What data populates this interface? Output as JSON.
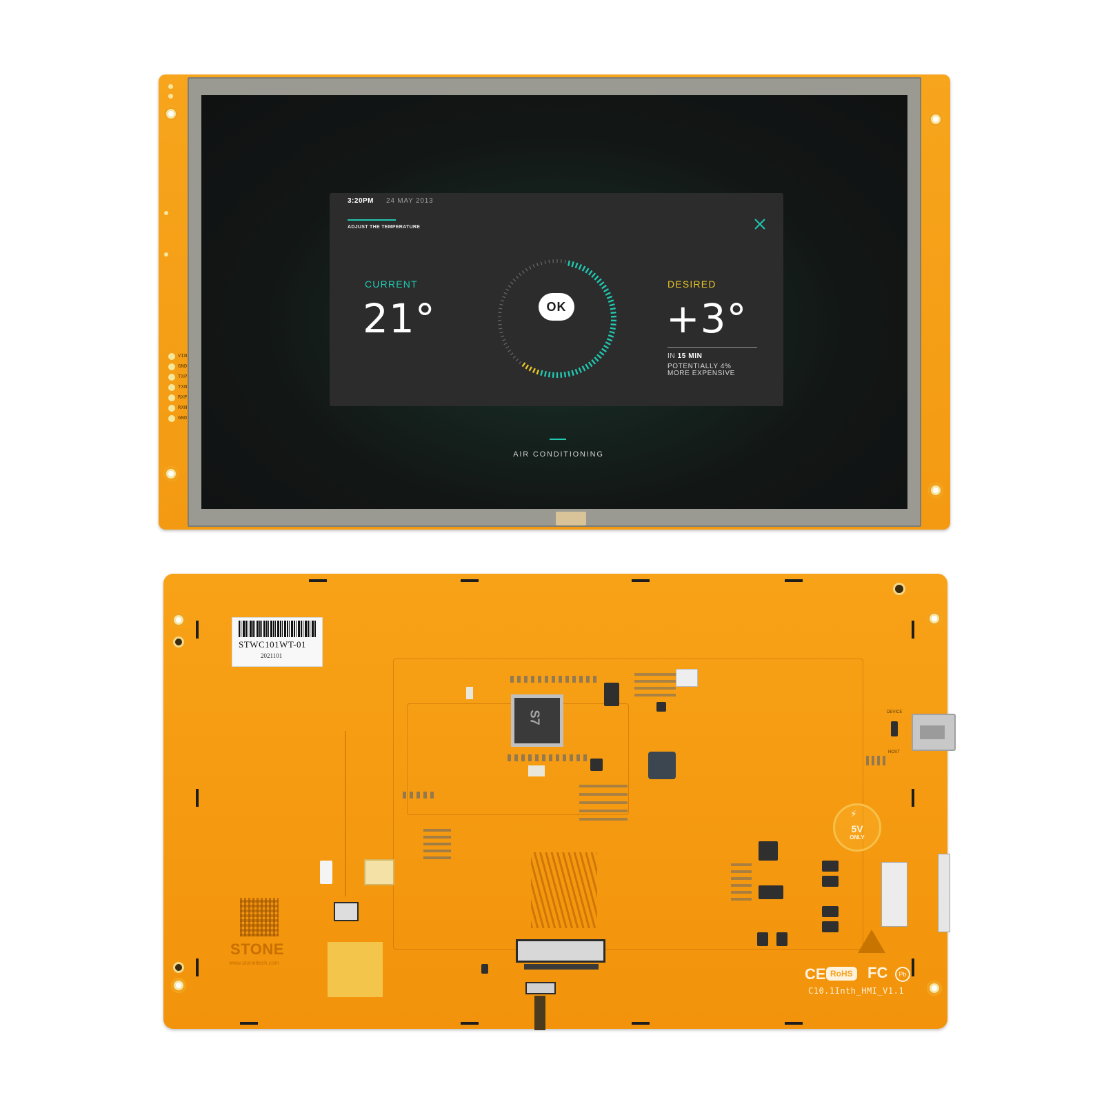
{
  "front_panel": {
    "screen": {
      "time": "3:20PM",
      "date": "24 MAY 2013",
      "heading": "ADJUST THE TEMPERATURE",
      "close_icon": "close-icon",
      "current": {
        "label": "CURRENT",
        "value": "21°"
      },
      "desired": {
        "label": "DESIRED",
        "value": "+3°"
      },
      "ok_button": "OK",
      "note_prefix": "IN",
      "note_time": "15 MIN",
      "note_line1": "POTENTIALLY 4%",
      "note_line2": "MORE EXPENSIVE",
      "page_label": "AIR CONDITIONING",
      "colors": {
        "accent_cyan": "#20c9b0",
        "accent_yellow": "#e6c52a",
        "card": "#2c2c2c"
      }
    },
    "pin_labels": [
      "VIN",
      "GND",
      "TXP",
      "TXN",
      "RXP",
      "RXN",
      "GND"
    ]
  },
  "back_panel": {
    "sticker": {
      "model": "STWC101WT-01",
      "date_code": "2021101"
    },
    "cpu_marking": "S7",
    "brand": {
      "name": "STONE",
      "site": "www.stoneitech.com"
    },
    "power_badge": {
      "voltage": "5V",
      "note": "ONLY"
    },
    "certifications": {
      "ce": "CE",
      "rohs": "RoHS",
      "fc": "FC",
      "pb": "Pb"
    },
    "pcb_version": "C10.1Inth_HMI_V1.1",
    "usb_labels": {
      "top": "DEVICE",
      "bottom": "HOST"
    },
    "colors": {
      "pcb": "#f59c12",
      "silk": "#fff1d6"
    }
  }
}
